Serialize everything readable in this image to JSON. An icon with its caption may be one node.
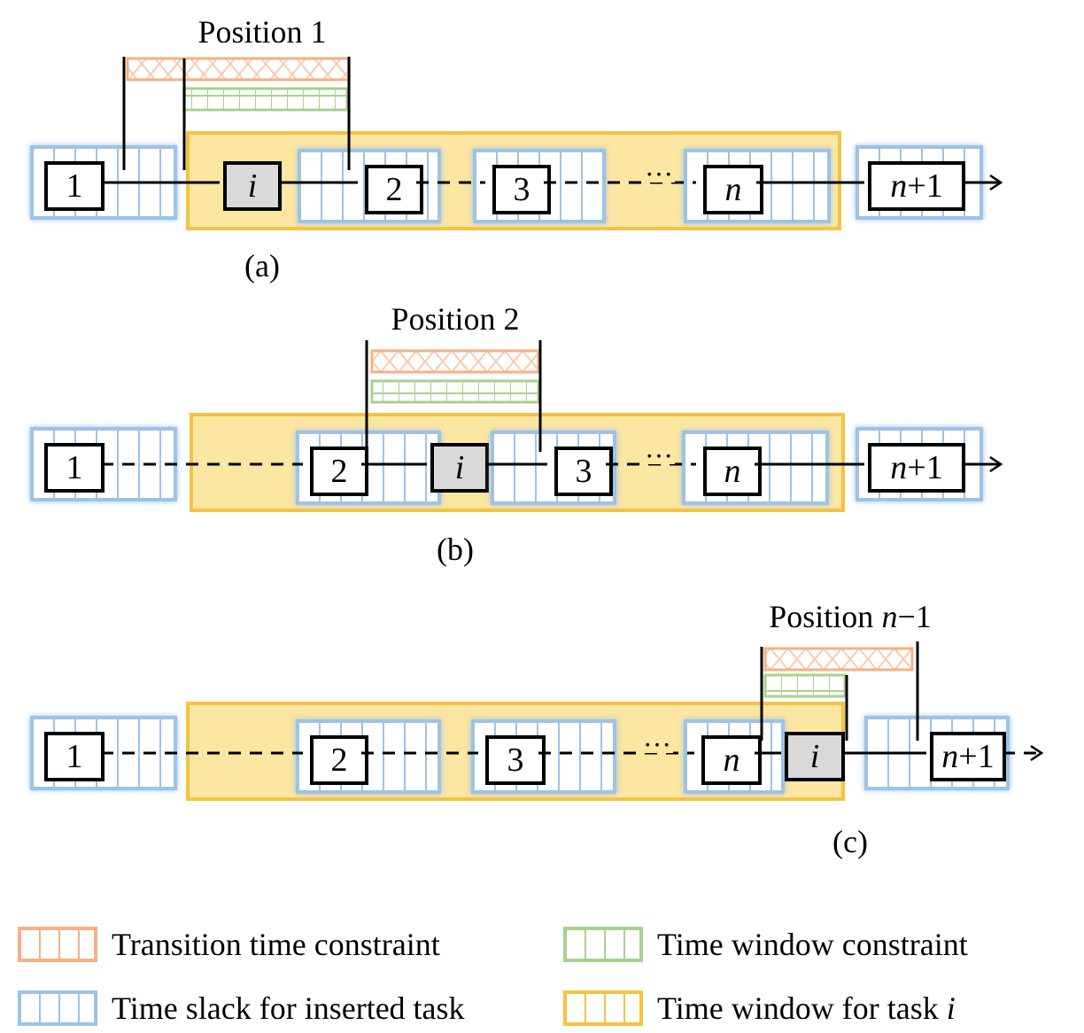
{
  "diagram": {
    "nodes": [
      {
        "text": [],
        "shape": "bar"
      },
      {
        "text": [
          "1"
        ],
        "in": 0
      },
      {
        "text": [],
        "shape": "bar"
      },
      {
        "text": [
          "*i*"
        ],
        "in": 2
      },
      {
        "text": [],
        "shape": "bar",
        "in": 2
      },
      {
        "text": [
          "2"
        ],
        "in": 4
      },
      {
        "text": [],
        "shape": "bar",
        "in": 2
      },
      {
        "text": [
          "3"
        ],
        "in": 6
      },
      {
        "text": [],
        "shape": "bar",
        "in": 2
      },
      {
        "text": [
          "*n*"
        ],
        "in": 8
      },
      {
        "text": [],
        "shape": "bar"
      },
      {
        "text": [
          "*n*+1"
        ],
        "in": 10
      },
      {
        "text": [],
        "shape": "bar"
      },
      {
        "text": [
          "1"
        ],
        "in": 12
      },
      {
        "text": [],
        "shape": "bar"
      },
      {
        "text": [],
        "shape": "bar",
        "in": 14
      },
      {
        "text": [
          "2"
        ],
        "in": 15
      },
      {
        "text": [
          "*i*"
        ],
        "in": 14
      },
      {
        "text": [],
        "shape": "bar",
        "in": 14
      },
      {
        "text": [
          "3"
        ],
        "in": 18
      },
      {
        "text": [],
        "shape": "bar",
        "in": 14
      },
      {
        "text": [
          "*n*"
        ],
        "in": 20
      },
      {
        "text": [],
        "shape": "bar"
      },
      {
        "text": [
          "*n*+1"
        ],
        "in": 22
      },
      {
        "text": [],
        "shape": "bar"
      },
      {
        "text": [
          "1"
        ],
        "in": 24
      },
      {
        "text": [],
        "shape": "bar"
      },
      {
        "text": [],
        "shape": "bar",
        "in": 26
      },
      {
        "text": [
          "2"
        ],
        "in": 27
      },
      {
        "text": [],
        "shape": "bar",
        "in": 26
      },
      {
        "text": [
          "3"
        ],
        "in": 29
      },
      {
        "text": [],
        "shape": "bar",
        "in": 26
      },
      {
        "text": [
          "*n*"
        ],
        "in": 31
      },
      {
        "text": [
          "*i*"
        ],
        "in": 26
      },
      {
        "text": [],
        "shape": "bar"
      },
      {
        "text": [
          "*n*+1"
        ],
        "in": 34
      }
    ],
    "edges": [
      {
        "from": 1,
        "to": 3,
        "arrow": "none"
      },
      {
        "from": 3,
        "to": 5,
        "arrow": "none"
      },
      {
        "from": 5,
        "to": 7,
        "arrow": "none",
        "style": "dashed"
      },
      {
        "from": 7,
        "to": 9,
        "arrow": "none",
        "style": "dashed",
        "label": "…"
      },
      {
        "from": 9,
        "to": 11,
        "arrow": "none"
      },
      {
        "from": 11,
        "to": null,
        "arrow": "to"
      },
      {
        "from": 13,
        "to": 16,
        "arrow": "none",
        "style": "dashed"
      },
      {
        "from": 16,
        "to": 17,
        "arrow": "none"
      },
      {
        "from": 17,
        "to": 19,
        "arrow": "none"
      },
      {
        "from": 19,
        "to": 21,
        "arrow": "none",
        "style": "dashed",
        "label": "…"
      },
      {
        "from": 21,
        "to": 23,
        "arrow": "none"
      },
      {
        "from": 23,
        "to": null,
        "arrow": "to"
      },
      {
        "from": 25,
        "to": 28,
        "arrow": "none",
        "style": "dashed"
      },
      {
        "from": 28,
        "to": 30,
        "arrow": "none",
        "style": "dashed"
      },
      {
        "from": 30,
        "to": 32,
        "arrow": "none",
        "style": "dashed",
        "label": "…"
      },
      {
        "from": 32,
        "to": 33,
        "arrow": "none"
      },
      {
        "from": 33,
        "to": 35,
        "arrow": "none"
      },
      {
        "from": 35,
        "to": null,
        "arrow": "to",
        "style": "dashed"
      }
    ],
    "labels": [
      "Position 1",
      "(a)",
      "Position 2",
      "(b)",
      "Position *n*−1",
      "(c)"
    ],
    "legend": [
      {
        "text": "Transition time constraint",
        "color": "#f4b183"
      },
      {
        "text": "Time window constraint",
        "color": "#a9d18e"
      },
      {
        "text": "Time slack for inserted task",
        "color": "#9dc3e6"
      },
      {
        "text": "Time window for task *i*",
        "color": "#f5c342"
      }
    ]
  }
}
